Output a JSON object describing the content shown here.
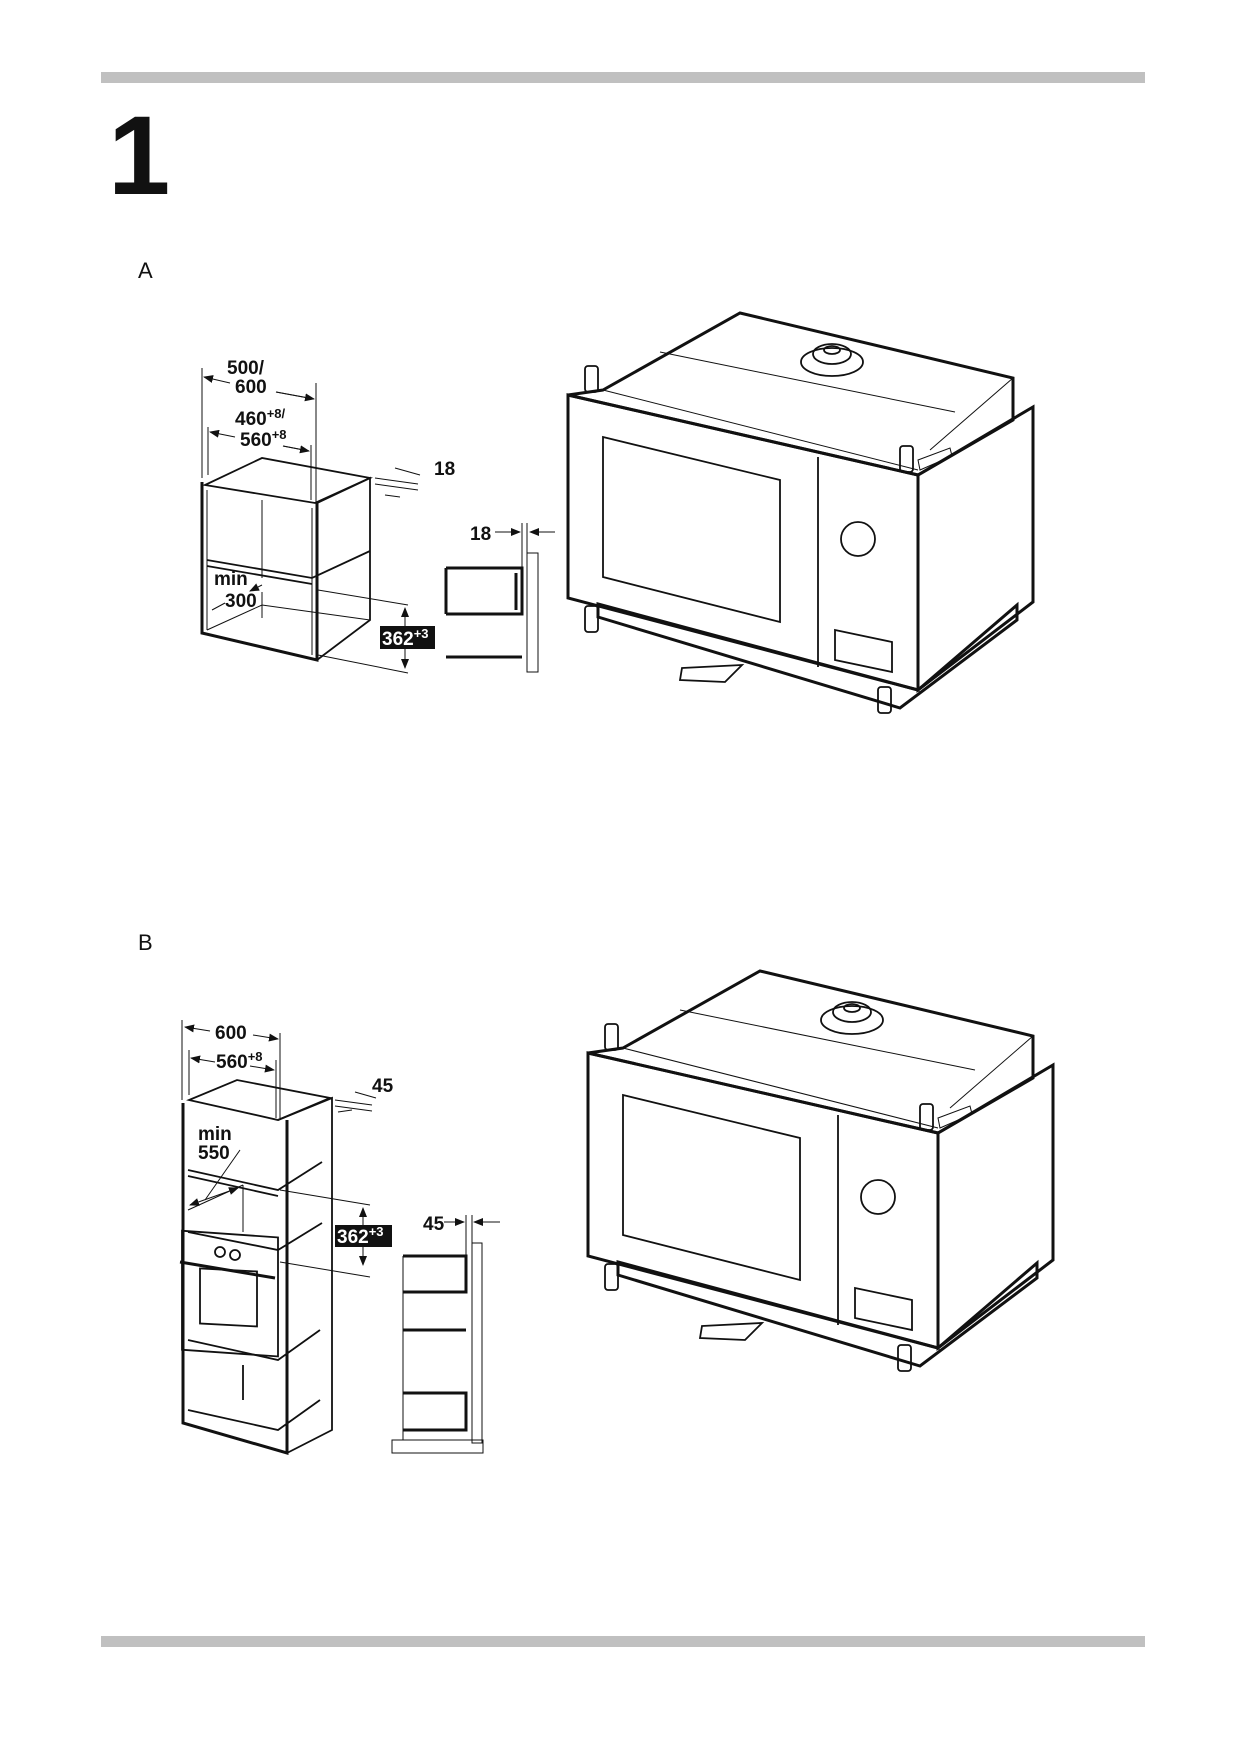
{
  "figure_number": "1",
  "sections": [
    {
      "label": "A",
      "dimensions": {
        "outer_width": [
          "500/",
          "600"
        ],
        "inner_width_line1": "460",
        "inner_width_line1_sup": "+8/",
        "inner_width_line2": "560",
        "inner_width_line2_sup": "+8",
        "panel_thickness": "18",
        "min_depth": [
          "min",
          "300"
        ],
        "niche_height": "362",
        "niche_height_sup": "+3",
        "side_thickness": "18"
      }
    },
    {
      "label": "B",
      "dimensions": {
        "outer_width": "600",
        "inner_width": "560",
        "inner_width_sup": "+8",
        "panel_thickness": "45",
        "min_depth": [
          "min",
          "550"
        ],
        "niche_height": "362",
        "niche_height_sup": "+3",
        "side_thickness": "45"
      }
    }
  ],
  "colors": {
    "rule": "#c0c0c0",
    "window": "#a8a8a8",
    "side": "#e6e6e6",
    "wall": "#d0d0d0"
  }
}
